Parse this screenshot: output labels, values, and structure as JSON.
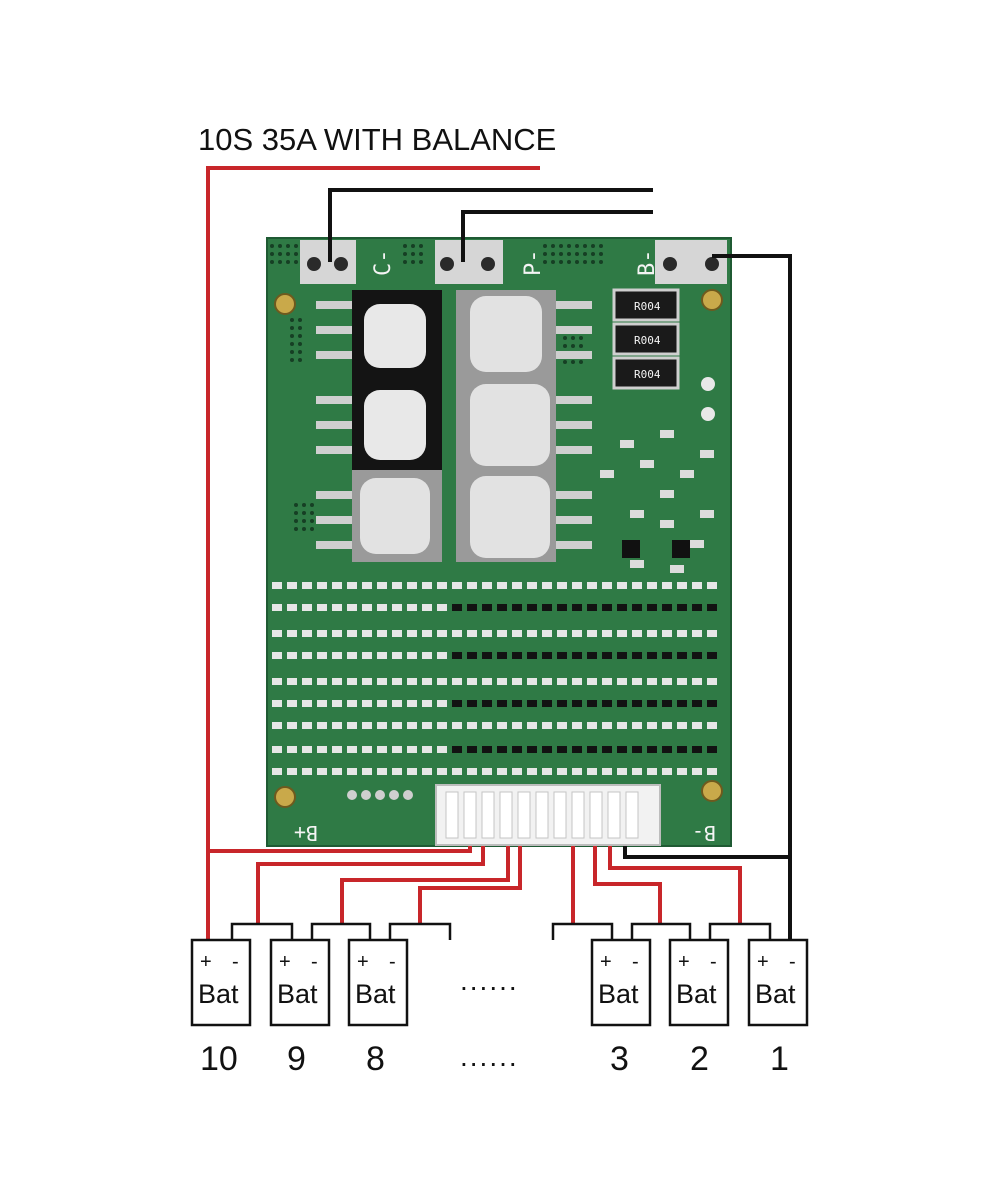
{
  "title": "10S 35A WITH BALANCE",
  "colors": {
    "pcb_green": "#2f7a45",
    "pcb_dark": "#1f5a33",
    "wire_red": "#c8262a",
    "wire_black": "#111111",
    "metal": "#d4d4d4"
  },
  "board": {
    "pad_labels": {
      "c_minus": "C-",
      "p_minus": "P-",
      "b_minus_top": "B-"
    },
    "connector_labels": {
      "b_plus": "B+",
      "b_minus": "B-"
    },
    "shunt_marking": "R004"
  },
  "batteries": [
    {
      "id": "bat-10",
      "label": "Bat",
      "plus": "+",
      "minus": "-",
      "number": "10"
    },
    {
      "id": "bat-9",
      "label": "Bat",
      "plus": "+",
      "minus": "-",
      "number": "9"
    },
    {
      "id": "bat-8",
      "label": "Bat",
      "plus": "+",
      "minus": "-",
      "number": "8"
    },
    {
      "id": "bat-3",
      "label": "Bat",
      "plus": "+",
      "minus": "-",
      "number": "3"
    },
    {
      "id": "bat-2",
      "label": "Bat",
      "plus": "+",
      "minus": "-",
      "number": "2"
    },
    {
      "id": "bat-1",
      "label": "Bat",
      "plus": "+",
      "minus": "-",
      "number": "1"
    }
  ],
  "ellipsis": "......"
}
